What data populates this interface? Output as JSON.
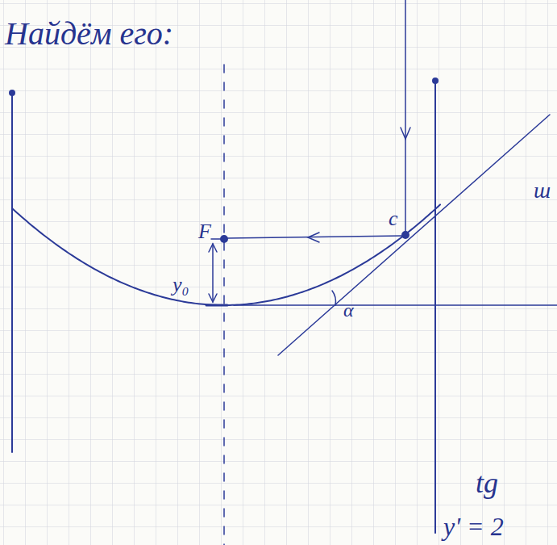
{
  "diagram": {
    "labels": [
      "Найдём его:",
      "F",
      "y₀",
      "c",
      "α",
      "tg",
      "y' = 2",
      "ш"
    ]
  }
}
